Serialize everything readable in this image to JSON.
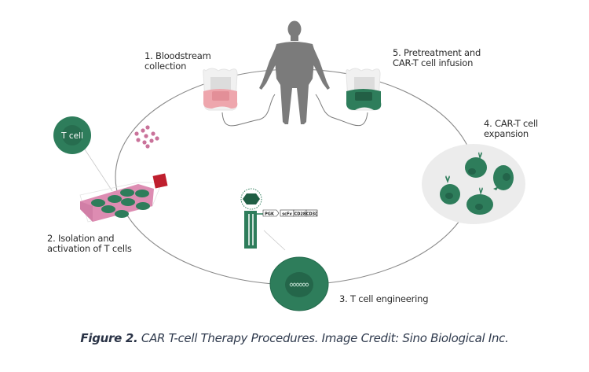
{
  "figure": {
    "title": "CAR T-cell Therapy Procedures",
    "caption_label": "Figure 2.",
    "caption_text": "CAR T-cell Therapy Procedures. Image Credit: Sino Biological Inc."
  },
  "steps": [
    {
      "number": "1.",
      "line1": "1. Bloodstream",
      "line2": "collection"
    },
    {
      "number": "2.",
      "line1": "2. Isolation and",
      "line2": "activation of T cells"
    },
    {
      "number": "3.",
      "line1": "3. T cell engineering"
    },
    {
      "number": "4.",
      "line1": "4. CAR-T cell",
      "line2": "expansion"
    },
    {
      "number": "5.",
      "line1": "5. Pretreatment and",
      "line2": "CAR-T cell infusion"
    }
  ],
  "tcell_callout": {
    "label": "T cell"
  },
  "construct": {
    "segments": [
      "PGK",
      "scFv",
      "CD28",
      "CD3ζ"
    ]
  },
  "colors": {
    "cell_green": "#2e7d5b",
    "cell_green_dark": "#22664a",
    "blood_pink": "#eca9b0",
    "flask_pink": "#d988b0",
    "cap_red": "#c0202f",
    "body_gray": "#7d7d7d",
    "cycle_line": "#888888",
    "dish_gray": "#ececec",
    "caption_text": "#2f3a4d"
  }
}
